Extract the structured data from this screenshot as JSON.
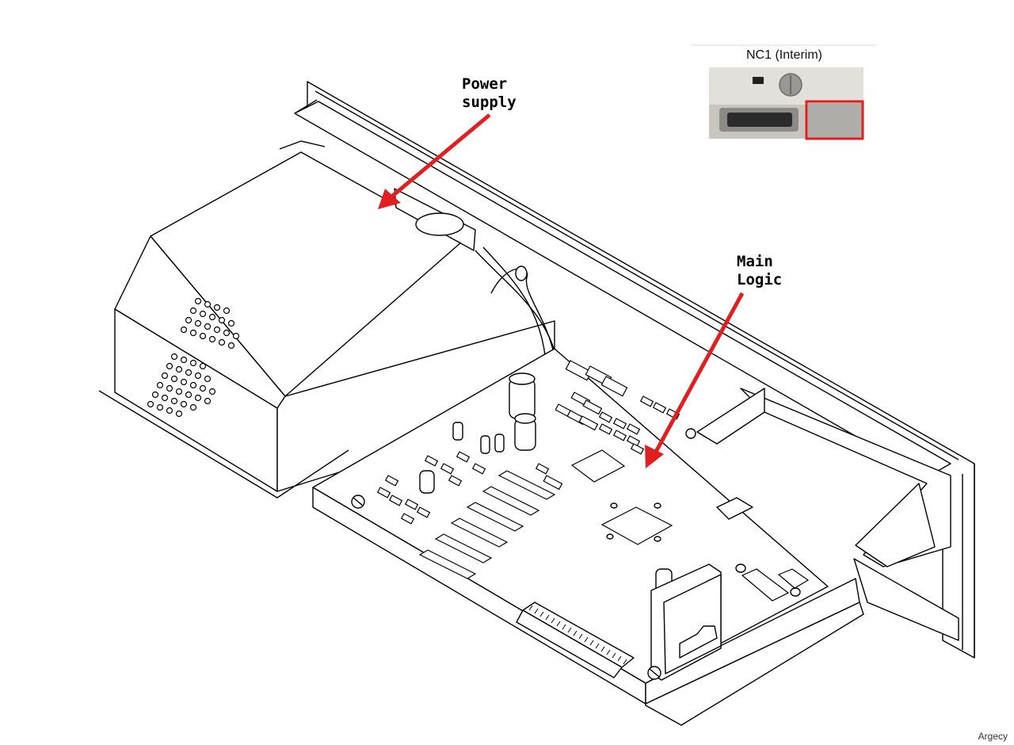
{
  "labels": {
    "power_supply_line1": "Power",
    "power_supply_line2": "supply",
    "main_logic_line1": "Main",
    "main_logic_line2": "Logic"
  },
  "inset": {
    "title": "NC1 (Interim)",
    "highlight_color": "#e02020"
  },
  "arrow_color": "#e02020",
  "watermark": "Argecy"
}
